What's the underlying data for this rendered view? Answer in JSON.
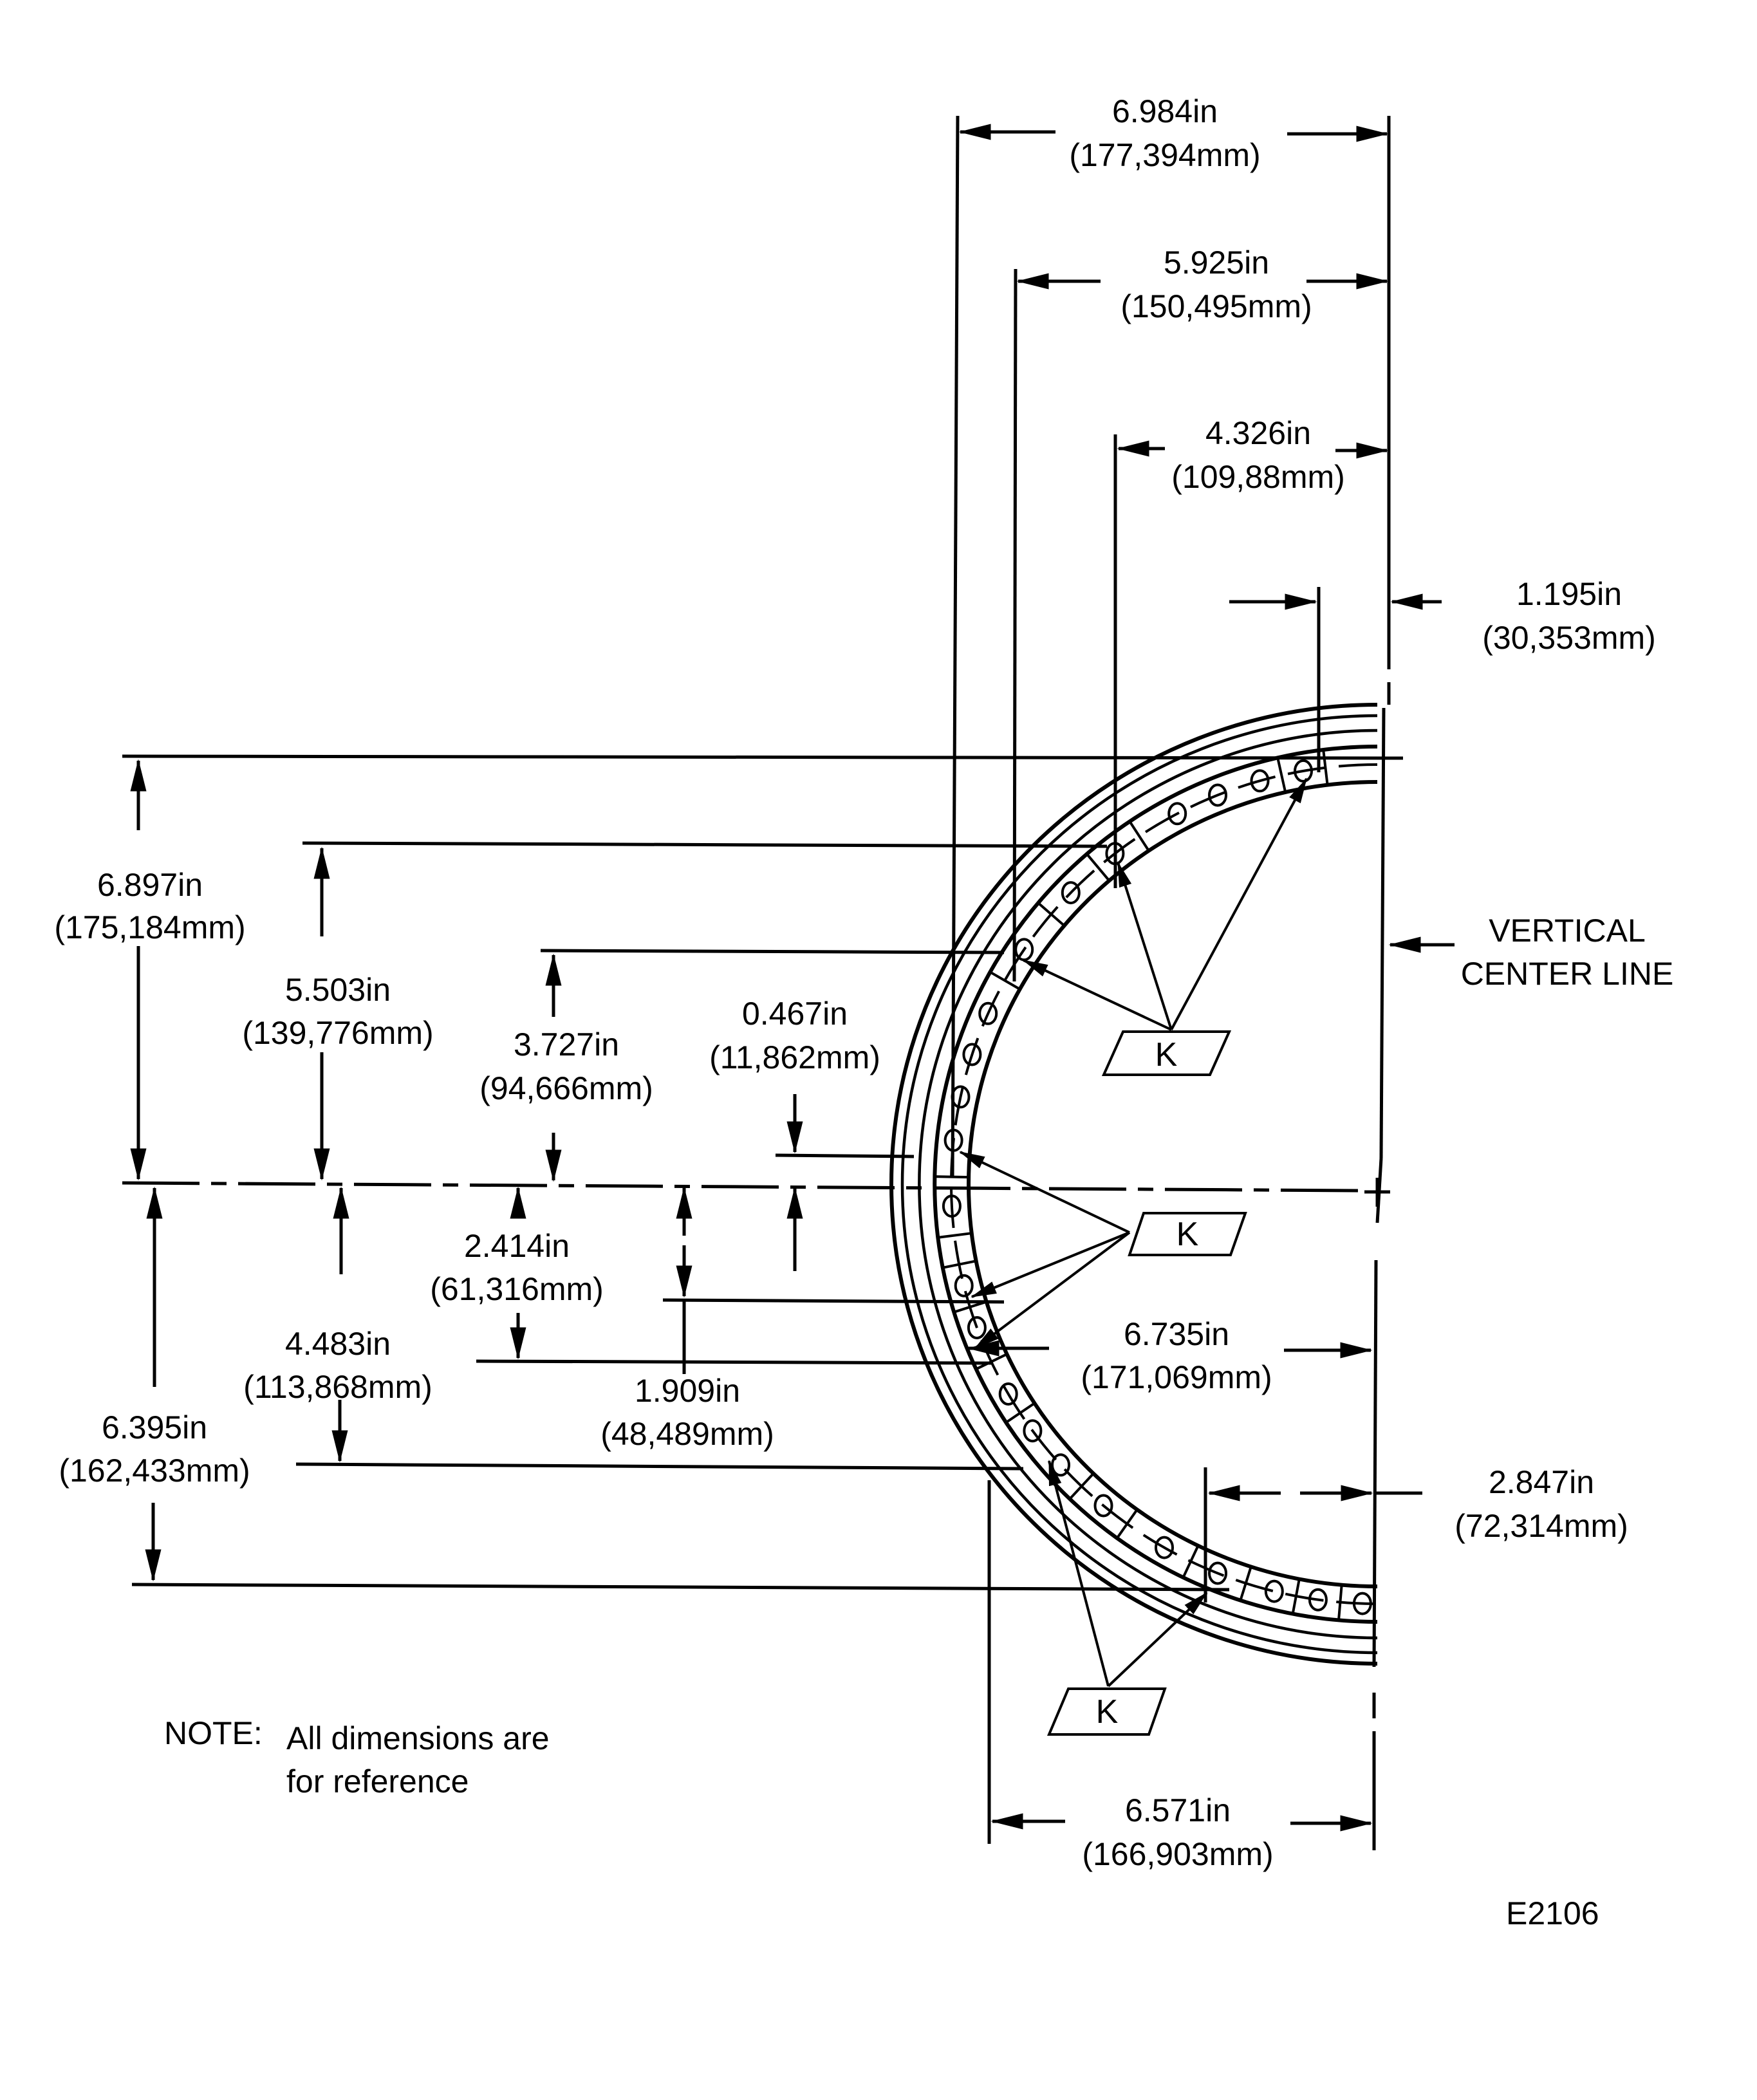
{
  "figure_id": "E2106",
  "note": {
    "prefix": "NOTE:",
    "line1": "All dimensions are",
    "line2": "for reference"
  },
  "reference_label": {
    "line1": "VERTICAL",
    "line2": "CENTER LINE"
  },
  "callout_symbol": "K",
  "dimensions": {
    "horizontal": [
      {
        "id": "d6984",
        "in": "6.984in",
        "mm": "(177,394mm)"
      },
      {
        "id": "d5925",
        "in": "5.925in",
        "mm": "(150,495mm)"
      },
      {
        "id": "d4326",
        "in": "4.326in",
        "mm": "(109,88mm)"
      },
      {
        "id": "d1195",
        "in": "1.195in",
        "mm": "(30,353mm)"
      },
      {
        "id": "d6735",
        "in": "6.735in",
        "mm": "(171,069mm)"
      },
      {
        "id": "d2847",
        "in": "2.847in",
        "mm": "(72,314mm)"
      },
      {
        "id": "d6571",
        "in": "6.571in",
        "mm": "(166,903mm)"
      }
    ],
    "vertical": [
      {
        "id": "d6897",
        "in": "6.897in",
        "mm": "(175,184mm)"
      },
      {
        "id": "d5503",
        "in": "5.503in",
        "mm": "(139,776mm)"
      },
      {
        "id": "d3727",
        "in": "3.727in",
        "mm": "(94,666mm)"
      },
      {
        "id": "d0467",
        "in": "0.467in",
        "mm": "(11,862mm)"
      },
      {
        "id": "d2414",
        "in": "2.414in",
        "mm": "(61,316mm)"
      },
      {
        "id": "d1909",
        "in": "1.909in",
        "mm": "(48,489mm)"
      },
      {
        "id": "d4483",
        "in": "4.483in",
        "mm": "(113,868mm)"
      },
      {
        "id": "d6395",
        "in": "6.395in",
        "mm": "(162,433mm)"
      }
    ]
  }
}
